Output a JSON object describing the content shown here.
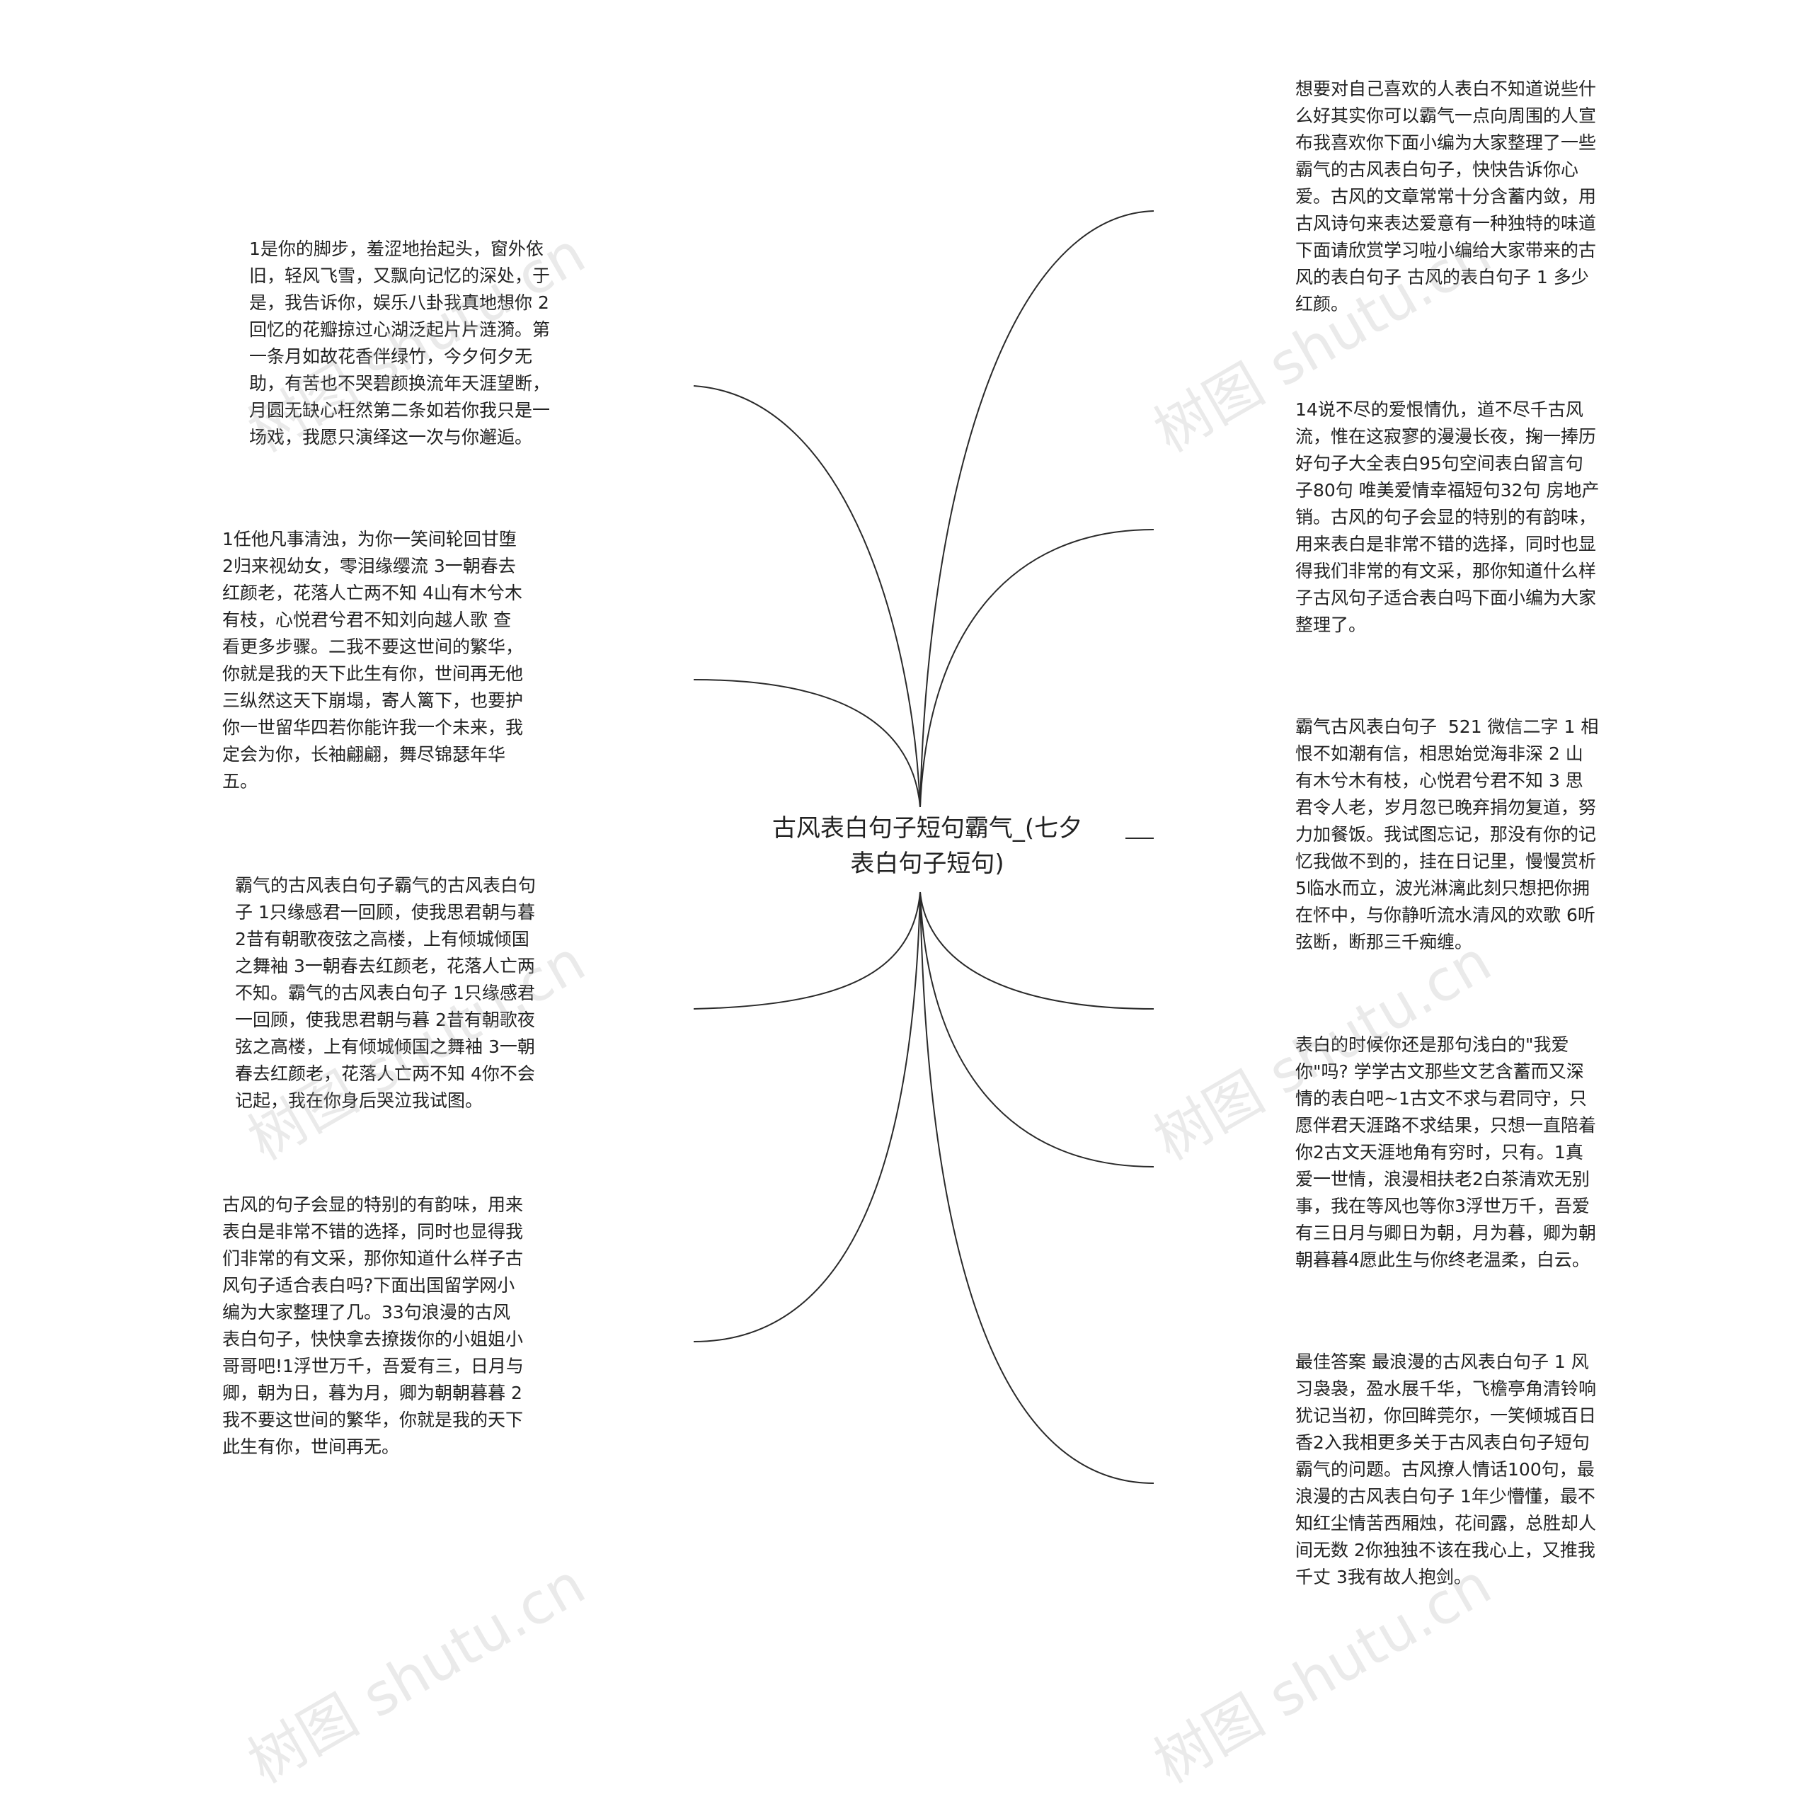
{
  "center": {
    "title": "古风表白句子短句霸气_(七夕表白句子短句)"
  },
  "left_nodes": [
    "1是你的脚步，羞涩地抬起头，窗外依旧，轻风飞雪，又飘向记忆的深处，于是，我告诉你，娱乐八卦我真地想你 2回忆的花瓣掠过心湖泛起片片涟漪。第一条月如故花香伴绿竹，今夕何夕无助，有苦也不哭碧颜换流年天涯望断，月圆无缺心枉然第二条如若你我只是一场戏，我愿只演绎这一次与你邂逅。",
    "1任他凡事清浊，为你一笑间轮回甘堕 2归来视幼女，零泪缘缨流 3一朝春去红颜老，花落人亡两不知 4山有木兮木有枝，心悦君兮君不知刘向越人歌 查看更多步骤。二我不要这世间的繁华，你就是我的天下此生有你，世间再无他三纵然这天下崩塌，寄人篱下，也要护你一世留华四若你能许我一个未来，我定会为你，长袖翩翩，舞尽锦瑟年华五。",
    "霸气的古风表白句子霸气的古风表白句子 1只缘感君一回顾，使我思君朝与暮 2昔有朝歌夜弦之高楼，上有倾城倾国之舞袖 3一朝春去红颜老，花落人亡两不知。霸气的古风表白句子 1只缘感君一回顾，使我思君朝与暮 2昔有朝歌夜弦之高楼，上有倾城倾国之舞袖 3一朝春去红颜老，花落人亡两不知 4你不会记起，我在你身后哭泣我试图。",
    "古风的句子会显的特别的有韵味，用来表白是非常不错的选择，同时也显得我们非常的有文采，那你知道什么样子古风句子适合表白吗?下面出国留学网小编为大家整理了几。33句浪漫的古风表白句子，快快拿去撩拨你的小姐姐小哥哥吧!1浮世万千，吾爱有三，日月与卿，朝为日，暮为月，卿为朝朝暮暮 2我不要这世间的繁华，你就是我的天下此生有你，世间再无。"
  ],
  "right_nodes": [
    "想要对自己喜欢的人表白不知道说些什么好其实你可以霸气一点向周围的人宣布我喜欢你下面小编为大家整理了一些霸气的古风表白句子，快快告诉你心爱。古风的文章常常十分含蓄内敛，用古风诗句来表达爱意有一种独特的味道下面请欣赏学习啦小编给大家带来的古风的表白句子 古风的表白句子 1 多少红颜。",
    "14说不尽的爱恨情仇，道不尽千古风流，惟在这寂寥的漫漫长夜，掬一捧历 好句子大全表白95句空间表白留言句子80句 唯美爱情幸福短句32句 房地产销。古风的句子会显的特别的有韵味，用来表白是非常不错的选择，同时也显得我们非常的有文采，那你知道什么样子古风句子适合表白吗下面小编为大家整理了。",
    "霸气古风表白句子  521 微信二字 1 相恨不如潮有信，相思始觉海非深 2 山有木兮木有枝，心悦君兮君不知 3 思君令人老，岁月忽已晚弃捐勿复道，努力加餐饭。我试图忘记，那没有你的记忆我做不到的，挂在日记里，慢慢赏析 5临水而立，波光淋漓此刻只想把你拥在怀中，与你静听流水清风的欢歌 6听弦断，断那三千痴缠。",
    "表白的时候你还是那句浅白的\"我爱你\"吗? 学学古文那些文艺含蓄而又深情的表白吧~1古文不求与君同守，只愿伴君天涯路不求结果，只想一直陪着你2古文天涯地角有穷时，只有。1真爱一世情，浪漫相扶老2白茶清欢无别事，我在等风也等你3浮世万千，吾爱有三日月与卿日为朝，月为暮，卿为朝朝暮暮4愿此生与你终老温柔，白云。",
    "最佳答案 最浪漫的古风表白句子 1 风习袅袅，盈水展千华，飞檐亭角清铃响犹记当初，你回眸莞尔，一笑倾城百日香2入我相更多关于古风表白句子短句霸气的问题。古风撩人情话100句，最浪漫的古风表白句子 1年少懵懂，最不知红尘情苦西厢烛，花间露，总胜却人间无数 2你独独不该在我心上，又推我千丈 3我有故人抱剑。"
  ],
  "watermark": "树图 shutu.cn"
}
